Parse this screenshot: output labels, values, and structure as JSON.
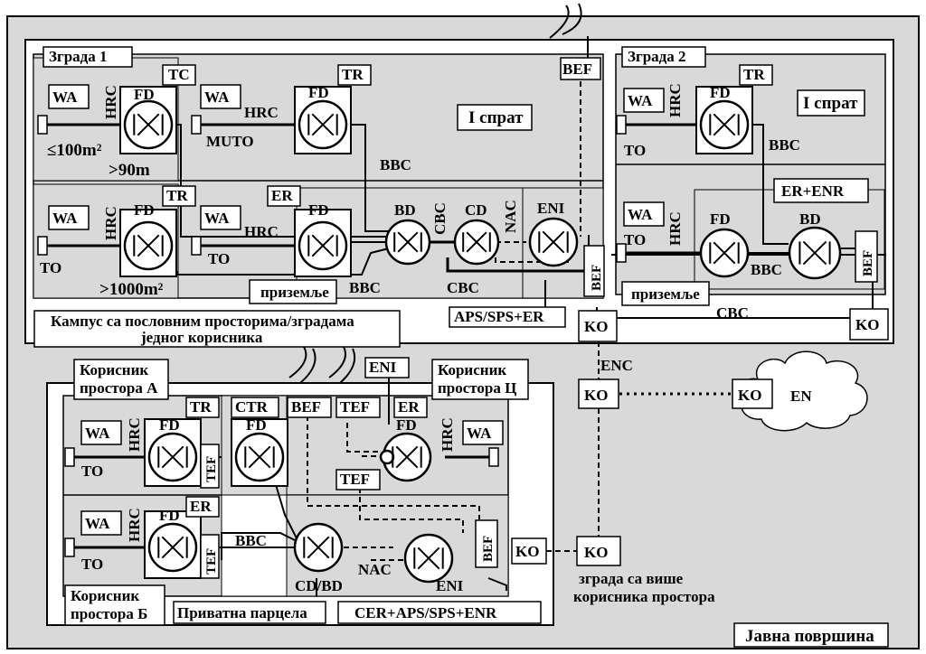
{
  "public_area": "Јавна површина",
  "campus": {
    "caption_line1": "Кампус са пословним просторима/зградама",
    "caption_line2": "једног корисника",
    "building1": {
      "title": "Зграда 1",
      "floor_label": "I спрат",
      "ground_label": "приземље",
      "area_small": "≤100m²",
      "area_large": ">1000m²",
      "distance": ">90m"
    },
    "building2": {
      "title": "Зграда 2",
      "floor_label": "I спрат",
      "ground_label": "приземље",
      "er_enr": "ER+ENR"
    },
    "aps_box": "APS/SPS+ER"
  },
  "multi_tenant": {
    "tenant_a": [
      "Корисник",
      "простора А"
    ],
    "tenant_b": [
      "Корисник",
      "простора Б"
    ],
    "tenant_c": [
      "Корисник",
      "простора Ц"
    ],
    "private_plot": "Приватна парцела",
    "cer_box": "CER+APS/SPS+ENR",
    "building_caption": [
      "зграда са више",
      "корисника простора"
    ]
  },
  "labels": {
    "wa": "WA",
    "hrc": "HRC",
    "fd": "FD",
    "tc": "TC",
    "tr": "TR",
    "er": "ER",
    "ctr": "CTR",
    "to": "TO",
    "muto": "MUTO",
    "bbc": "BBC",
    "cbc": "CBC",
    "bd": "BD",
    "cd": "CD",
    "nac": "NAC",
    "eni": "ENI",
    "bef": "BEF",
    "tef": "TEF",
    "ko": "KO",
    "enc": "ENC",
    "en": "EN",
    "cd_bd": "CD/BD"
  }
}
